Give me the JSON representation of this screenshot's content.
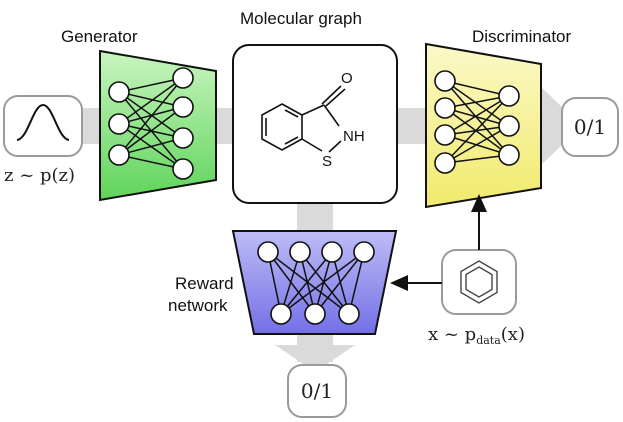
{
  "labels": {
    "generator": "Generator",
    "molecular_graph": "Molecular graph",
    "discriminator": "Discriminator",
    "reward_line1": "Reward",
    "reward_line2": "network"
  },
  "math": {
    "noise_prefix": "z ~ p(z)",
    "data_x": "x ~ p",
    "data_sub": "data",
    "data_suffix": "(x)"
  },
  "outputs": {
    "discriminator_out": "0/1",
    "reward_out": "0/1"
  },
  "molecule_atoms": {
    "oxygen": "O",
    "nh": "NH",
    "sulfur": "S"
  },
  "colors": {
    "generator": "#7fe07a",
    "discriminator": "#f5f08a",
    "reward": "#8a86ee",
    "flow_arrow": "#d9d9d9",
    "node_fill": "#ffffff",
    "stroke": "#222222"
  }
}
